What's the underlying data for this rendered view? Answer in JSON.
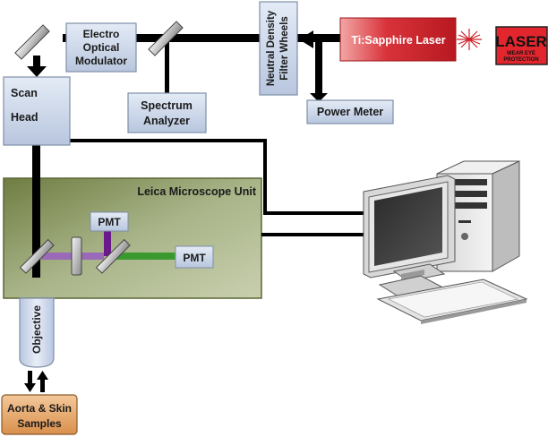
{
  "components": {
    "eom": {
      "line1": "Electro",
      "line2": "Optical",
      "line3": "Modulator"
    },
    "ndf": {
      "line1": "Neutral Density",
      "line2": "Filter Wheels"
    },
    "laser": {
      "label": "Ti:Sapphire Laser"
    },
    "laser_sign": {
      "title": "LASER",
      "sub1": "WEAR EYE",
      "sub2": "PROTECTION"
    },
    "scan_head": {
      "line1": "Scan",
      "line2": "Head"
    },
    "spectrum": {
      "line1": "Spectrum",
      "line2": "Analyzer"
    },
    "power_meter": {
      "label": "Power Meter"
    },
    "microscope": {
      "label": "Leica Microscope Unit"
    },
    "pmt_top": {
      "label": "PMT"
    },
    "pmt_right": {
      "label": "PMT"
    },
    "objective": {
      "label": "Objective"
    },
    "samples": {
      "line1": "Aorta & Skin",
      "line2": "Samples"
    }
  },
  "colors": {
    "box_fill": "#c8d4e8",
    "box_stroke": "#7f8fa8",
    "laser_red": "#cc2026",
    "microscope_fill": "#8a9a5c",
    "purple_path": "#7a2a9a",
    "green_path": "#3a9a30",
    "samples_fill": "#e0a060",
    "beam": "#000000"
  }
}
